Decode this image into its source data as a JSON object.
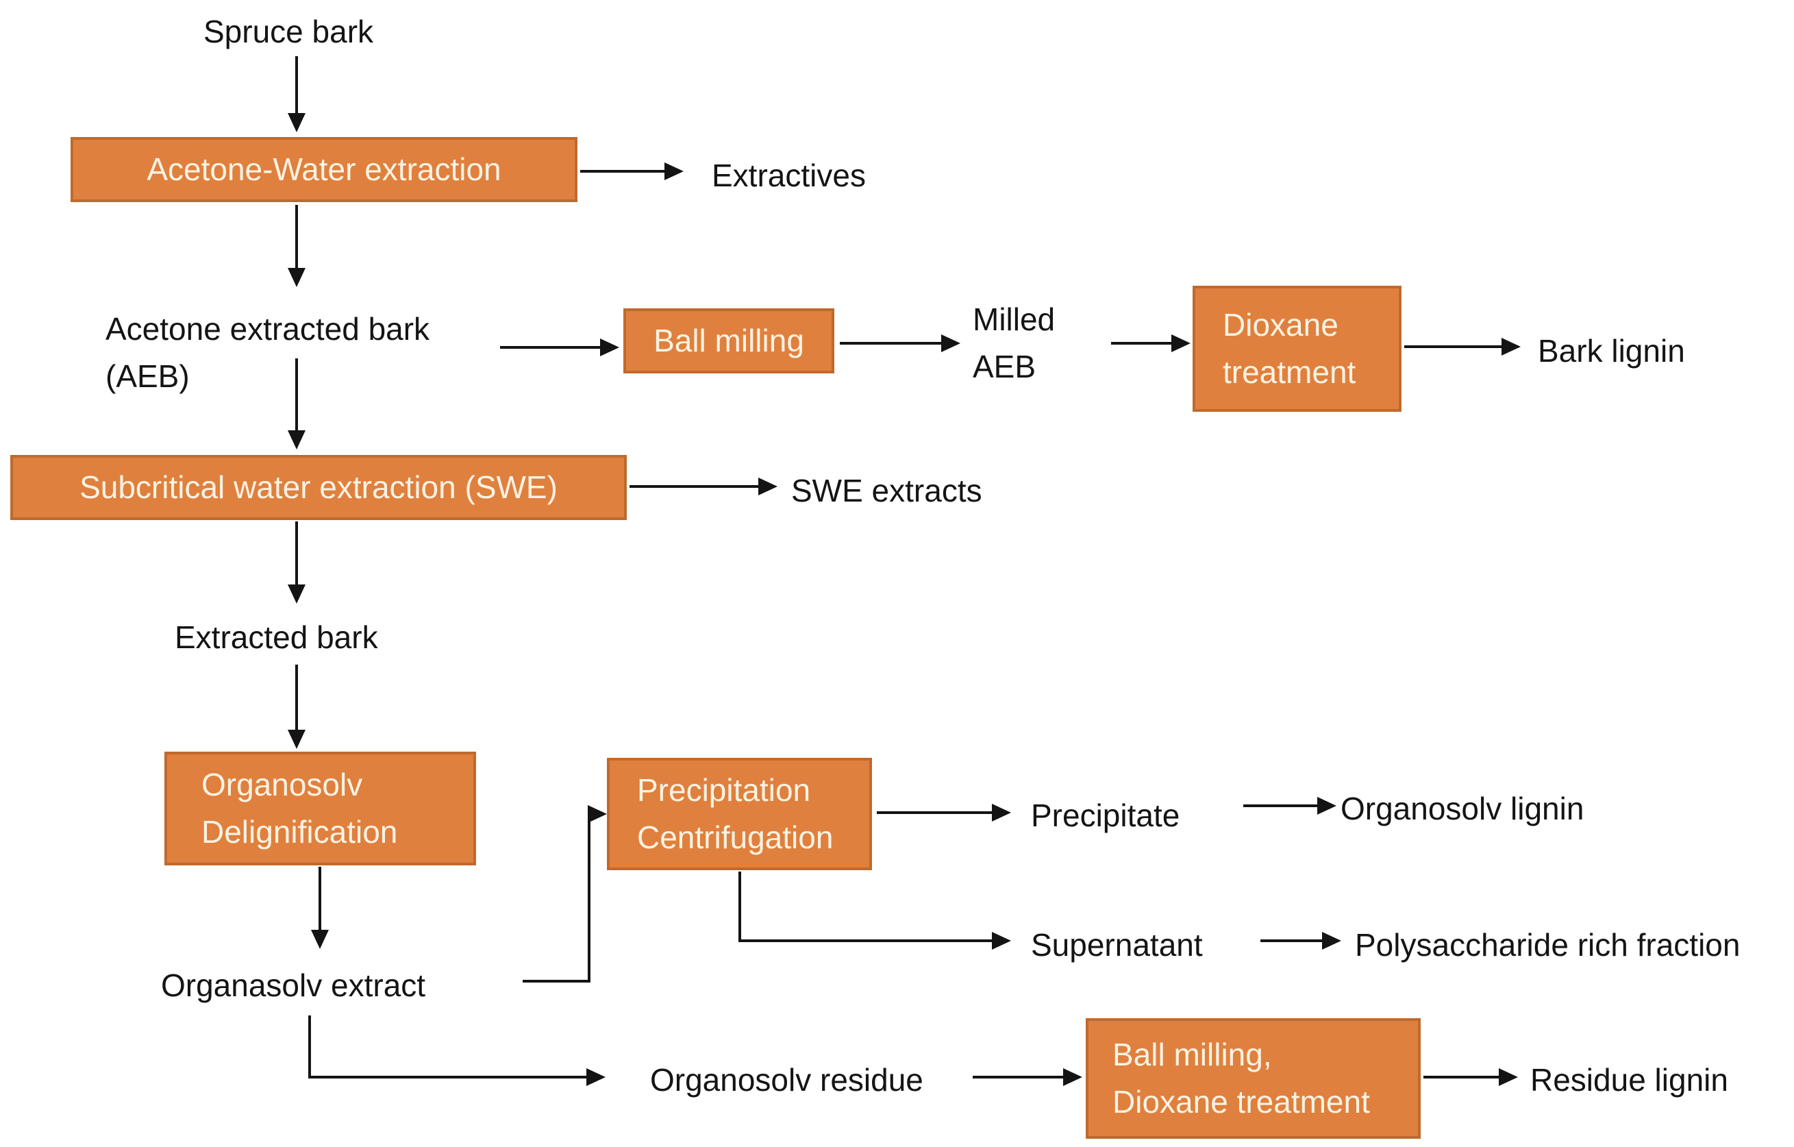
{
  "colors": {
    "background": "#ffffff",
    "box_fill": "#e0803e",
    "box_border": "#bf6a2d",
    "box_text": "#faf3e3",
    "text": "#141414",
    "line": "#141414"
  },
  "nodes": {
    "spruce_bark": "Spruce bark",
    "acetone_water_extraction": "Acetone-Water extraction",
    "extractives": "Extractives",
    "acetone_extracted_bark": "Acetone extracted bark\n(AEB)",
    "ball_milling": "Ball milling",
    "milled_aeb": "Milled\nAEB",
    "dioxane_treatment": "Dioxane\ntreatment",
    "bark_lignin": "Bark lignin",
    "subcritical_water_extraction": "Subcritical water extraction (SWE)",
    "swe_extracts": "SWE extracts",
    "extracted_bark": "Extracted bark",
    "organosolv_delignification": "Organosolv\nDelignification",
    "organasolv_extract": "Organasolv extract",
    "precipitation_centrifugation": "Precipitation\nCentrifugation",
    "precipitate": "Precipitate",
    "organosolv_lignin": "Organosolv lignin",
    "supernatant": "Supernatant",
    "polysaccharide_rich_fraction": "Polysaccharide rich fraction",
    "organosolv_residue": "Organosolv residue",
    "ball_milling_dioxane_treatment": "Ball milling,\nDioxane treatment",
    "residue_lignin": "Residue lignin"
  }
}
